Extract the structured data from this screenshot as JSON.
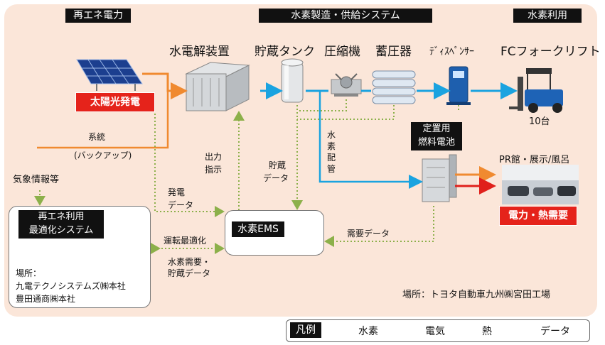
{
  "headers": {
    "renewable": "再エネ電力",
    "hydrogen_system": "水素製造・供給システム",
    "hydrogen_use": "水素利用"
  },
  "equipment": {
    "electrolyzer": "水電解装置",
    "storage_tank": "貯蔵タンク",
    "compressor": "圧縮機",
    "accumulator": "蓄圧器",
    "dispenser": "ﾃﾞｨｽﾍﾟﾝｻｰ",
    "forklift": "FCフォークリフト",
    "forklift_count": "10台",
    "solar": "太陽光発電",
    "fuel_cell_line1": "定置用",
    "fuel_cell_line2": "燃料電池",
    "pr_hall": "PR館・展示/風呂",
    "demand": "電力・熱需要"
  },
  "labels": {
    "grid_line1": "系統",
    "grid_line2": "(バックアップ)",
    "output_line1": "出力",
    "output_line2": "指示",
    "storage_data_line1": "貯蔵",
    "storage_data_line2": "データ",
    "h2_pipe_chars": [
      "水",
      "素",
      "配",
      "管"
    ],
    "weather": "気象情報等",
    "gen_data_line1": "発電",
    "gen_data_line2": "データ",
    "demand_data": "需要データ",
    "operation_opt": "運転最適化",
    "h2_demand_line1": "水素需要・",
    "h2_demand_line2": "貯蔵データ"
  },
  "systems": {
    "re_opt_line1": "再エネ利用",
    "re_opt_line2": "最適化システム",
    "location_label": "場所：",
    "location_1": "九電テクノシステムズ㈱本社",
    "location_2": "豊田通商㈱本社",
    "h2_ems": "水素EMS"
  },
  "site": "場所：トヨタ自動車九州㈱宮田工場",
  "legend": {
    "title": "凡例",
    "hydrogen": "水素",
    "electricity": "電気",
    "heat": "熱",
    "data": "データ"
  },
  "colors": {
    "hydrogen": "#1aa3e0",
    "electricity": "#f08a30",
    "heat": "#e0201b",
    "data": "#8cb04a"
  }
}
